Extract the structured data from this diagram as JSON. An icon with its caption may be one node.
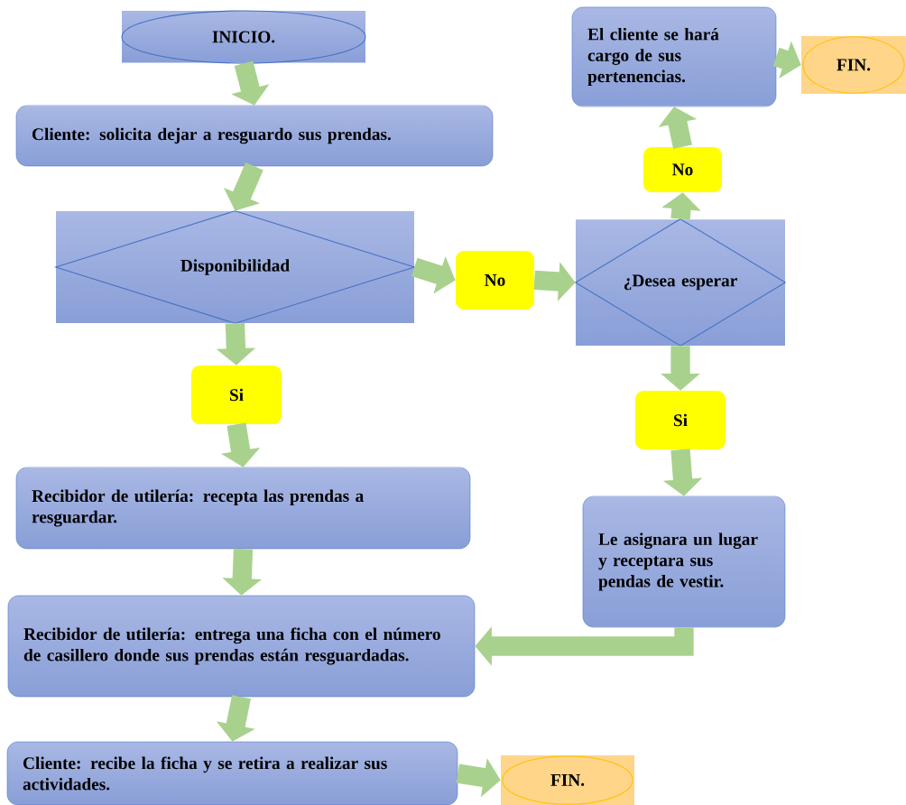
{
  "diagram": {
    "nodes": [
      {
        "text": [
          "INICIO."
        ]
      },
      {
        "text": [
          "Cliente: solicita dejar a resguardo sus prendas."
        ]
      },
      {
        "text": [
          "Disponibilidad"
        ]
      },
      {
        "text": [
          "No"
        ]
      },
      {
        "text": [
          "¿Desea esperar"
        ]
      },
      {
        "text": [
          "No"
        ]
      },
      {
        "text": [
          "El cliente se hará cargo de sus pertenencias."
        ]
      },
      {
        "text": [
          "FIN."
        ]
      },
      {
        "text": [
          "Si"
        ]
      },
      {
        "text": [
          "Recibidor de utilería: recepta las prendas a resguardar."
        ]
      },
      {
        "text": [
          "Si"
        ]
      },
      {
        "text": [
          "Le asignara un lugar y receptara sus pendas de vestir."
        ]
      },
      {
        "text": [
          "Recibidor de utilería: entrega una ficha con el número de casillero donde sus prendas están resguardadas."
        ]
      },
      {
        "text": [
          "Cliente: recibe la ficha y se retira a realizar sus actividades."
        ]
      },
      {
        "text": [
          "FIN."
        ]
      }
    ],
    "edges": [
      {
        "from": 0,
        "to": 1,
        "arrow": "to"
      },
      {
        "from": 1,
        "to": 2,
        "arrow": "to"
      },
      {
        "from": 2,
        "to": 3,
        "arrow": "to"
      },
      {
        "from": 3,
        "to": 4,
        "arrow": "to"
      },
      {
        "from": 4,
        "to": 5,
        "arrow": "to"
      },
      {
        "from": 5,
        "to": 6,
        "arrow": "to"
      },
      {
        "from": 6,
        "to": 7,
        "arrow": "to"
      },
      {
        "from": 2,
        "to": 8,
        "arrow": "to"
      },
      {
        "from": 8,
        "to": 9,
        "arrow": "to"
      },
      {
        "from": 4,
        "to": 10,
        "arrow": "to"
      },
      {
        "from": 10,
        "to": 11,
        "arrow": "to"
      },
      {
        "from": 9,
        "to": 12,
        "arrow": "to"
      },
      {
        "from": 11,
        "to": 12,
        "arrow": "to"
      },
      {
        "from": 12,
        "to": 13,
        "arrow": "to"
      },
      {
        "from": 13,
        "to": 14,
        "arrow": "to"
      }
    ]
  }
}
